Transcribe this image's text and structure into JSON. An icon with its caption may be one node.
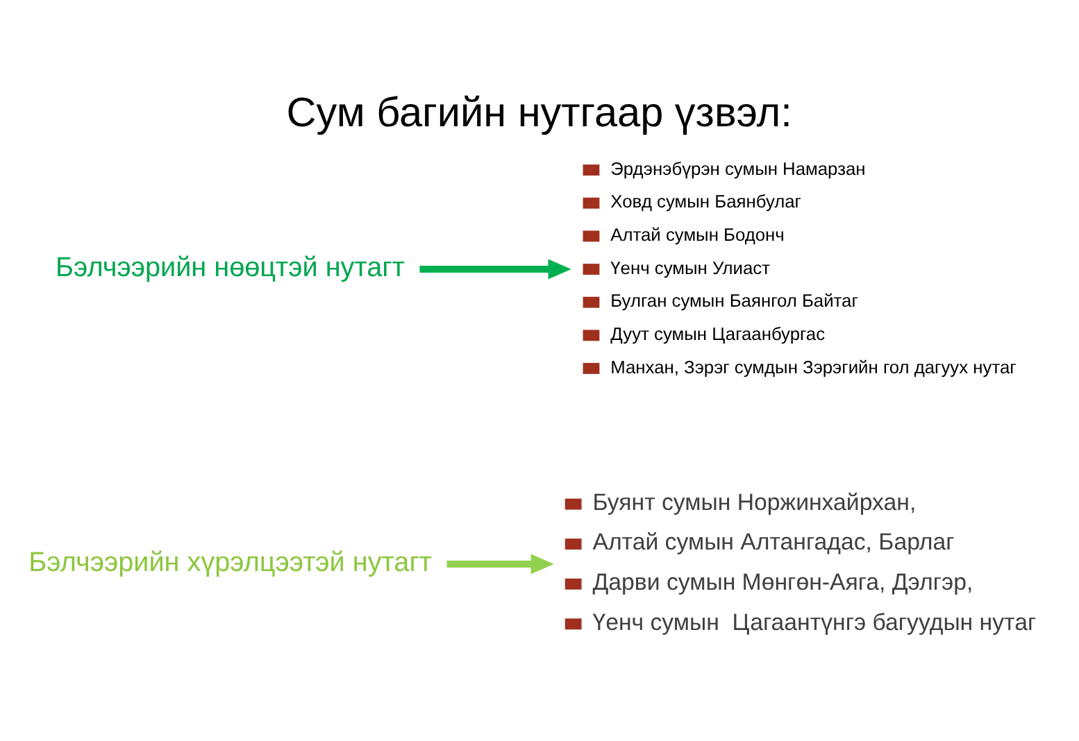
{
  "diagram": {
    "title": "Сум багийн нутгаар үзвэл:",
    "nodes": [
      {
        "text": [
          "Бэлчээрийн нөөцтэй нутагт"
        ]
      },
      {
        "text": [
          "Эрдэнэбүрэн сумын Намарзан",
          "Ховд сумын Баянбулаг",
          "Алтай сумын Бодонч",
          "Үенч сумын Улиаст",
          "Булган сумын Баянгол Байтаг",
          "Дуут сумын Цагаанбургас",
          "Манхан, Зэрэг сумдын Зэрэгийн гол дагуух нутаг"
        ]
      },
      {
        "text": [
          "Бэлчээрийн хүрэлцээтэй нутагт"
        ]
      },
      {
        "text": [
          "Буянт сумын Норжинхайрхан,",
          "Алтай сумын Алтангадас, Барлаг",
          "Дарви сумын Мөнгөн-Аяга, Дэлгэр,",
          "Үенч сумын  Цагаантүнгэ багуудын нутаг"
        ]
      }
    ],
    "edges": [
      {
        "from": 0,
        "to": 1,
        "arrow": "to",
        "color": "#00b050"
      },
      {
        "from": 2,
        "to": 3,
        "arrow": "to",
        "color": "#92d050"
      }
    ]
  }
}
